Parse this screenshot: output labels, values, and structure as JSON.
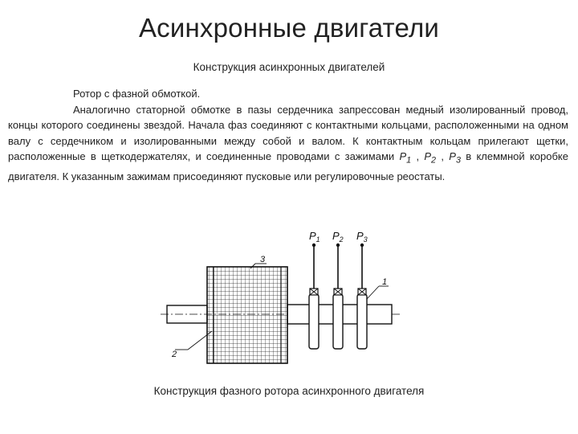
{
  "slide": {
    "title": "Асинхронные двигатели",
    "subtitle": "Конструкция асинхронных двигателей",
    "lead": "Ротор с фазной обмоткой.",
    "paragraph_before_terminals": "Аналогично статорной обмотке в пазы сердечника запрессован медный изолированный провод, концы которого соединены звездой. Начала фаз соединяют с контактными кольцами, расположенными на одном валу с сердечником и изолированными между собой и валом. К контактным кольцам прилегают щетки, расположенные в щеткодержателях, и соединенные проводами с зажимами ",
    "terminal_1": "Р",
    "terminal_1_sub": "1",
    "sep_1": " , ",
    "terminal_2": "Р",
    "terminal_2_sub": "2",
    "sep_2": " , ",
    "terminal_3": "Р",
    "terminal_3_sub": "3",
    "paragraph_after_terminals": " в клеммной коробке двигателя. К указанным зажимам присоединяют пусковые или регулировочные реостаты.",
    "caption": "Конструкция фазного ротора асинхронного двигателя"
  },
  "diagram": {
    "labels": {
      "p1": "P",
      "p1_sub": "1",
      "p2": "P",
      "p2_sub": "2",
      "p3": "P",
      "p3_sub": "3",
      "callout_1": "1",
      "callout_2": "2",
      "callout_3": "3"
    }
  }
}
